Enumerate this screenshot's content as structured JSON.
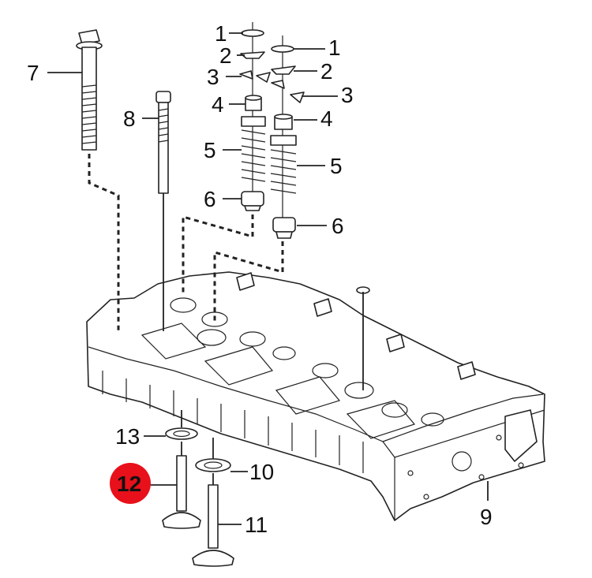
{
  "diagram": {
    "callouts": [
      {
        "id": "c1a",
        "text": "1"
      },
      {
        "id": "c1b",
        "text": "1"
      },
      {
        "id": "c2a",
        "text": "2"
      },
      {
        "id": "c2b",
        "text": "2"
      },
      {
        "id": "c3a",
        "text": "3"
      },
      {
        "id": "c3b",
        "text": "3"
      },
      {
        "id": "c4a",
        "text": "4"
      },
      {
        "id": "c4b",
        "text": "4"
      },
      {
        "id": "c5a",
        "text": "5"
      },
      {
        "id": "c5b",
        "text": "5"
      },
      {
        "id": "c6a",
        "text": "6"
      },
      {
        "id": "c6b",
        "text": "6"
      },
      {
        "id": "c7",
        "text": "7"
      },
      {
        "id": "c8",
        "text": "8"
      },
      {
        "id": "c9",
        "text": "9"
      },
      {
        "id": "c10",
        "text": "10"
      },
      {
        "id": "c11",
        "text": "11"
      },
      {
        "id": "c12",
        "text": "12",
        "highlighted": true
      },
      {
        "id": "c13",
        "text": "13"
      }
    ],
    "highlight_color": "#e8101a",
    "line_color": "#222222"
  }
}
